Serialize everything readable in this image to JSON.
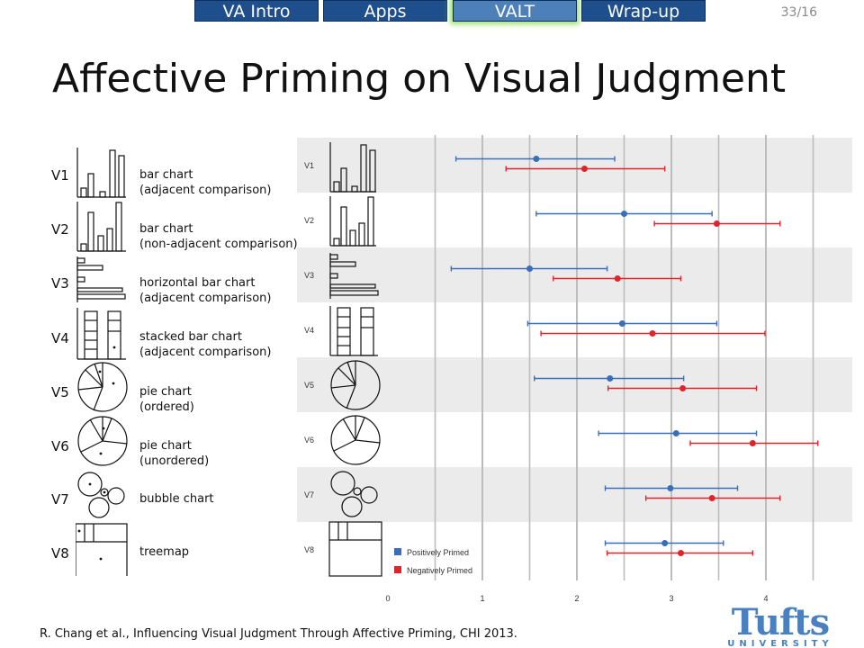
{
  "nav": {
    "tabs": [
      {
        "label": "VA Intro",
        "active": false
      },
      {
        "label": "Apps",
        "active": false
      },
      {
        "label": "VALT",
        "active": true
      },
      {
        "label": "Wrap-up",
        "active": false
      }
    ],
    "page_number": "33/16"
  },
  "slide": {
    "title": "Affective Priming on Visual Judgment",
    "citation": "R. Chang et al., Influencing Visual Judgment Through Affective Priming, CHI 2013.",
    "logo_text": "Tufts",
    "logo_subtext": "UNIVERSITY",
    "conditions": [
      {
        "id": "V1",
        "line1": "bar chart",
        "line2": "(adjacent comparison)"
      },
      {
        "id": "V2",
        "line1": "bar chart",
        "line2": "(non-adjacent comparison)"
      },
      {
        "id": "V3",
        "line1": "horizontal bar chart",
        "line2": "(adjacent comparison)"
      },
      {
        "id": "V4",
        "line1": "stacked bar chart",
        "line2": "(adjacent comparison)"
      },
      {
        "id": "V5",
        "line1": "pie chart",
        "line2": "(ordered)"
      },
      {
        "id": "V6",
        "line1": "pie chart",
        "line2": "(unordered)"
      },
      {
        "id": "V7",
        "line1": "bubble chart",
        "line2": ""
      },
      {
        "id": "V8",
        "line1": "treemap",
        "line2": ""
      }
    ]
  },
  "chart_data": {
    "type": "scatter",
    "categories": [
      "V1",
      "V2",
      "V3",
      "V4",
      "V5",
      "V6",
      "V7",
      "V8"
    ],
    "xlim": [
      0,
      4.5
    ],
    "xticks": [
      0,
      1,
      2,
      3,
      4
    ],
    "grid": true,
    "legend_position": "bottom-left",
    "colors": {
      "positive": "#3b6eb8",
      "negative": "#e0242c"
    },
    "series": [
      {
        "name": "Positively Primed",
        "values": [
          1.57,
          2.5,
          1.5,
          2.48,
          2.35,
          3.05,
          2.99,
          2.93
        ],
        "lower": [
          0.72,
          1.57,
          0.67,
          1.48,
          1.55,
          2.23,
          2.3,
          2.3
        ],
        "upper": [
          2.4,
          3.43,
          2.32,
          3.48,
          3.13,
          3.9,
          3.7,
          3.55
        ]
      },
      {
        "name": "Negatively Primed",
        "values": [
          2.08,
          3.48,
          2.43,
          2.8,
          3.12,
          3.86,
          3.43,
          3.1
        ],
        "lower": [
          1.25,
          2.82,
          1.75,
          1.62,
          2.33,
          3.2,
          2.73,
          2.32
        ],
        "upper": [
          2.93,
          4.15,
          3.1,
          3.99,
          3.9,
          4.55,
          4.15,
          3.86
        ]
      }
    ]
  }
}
